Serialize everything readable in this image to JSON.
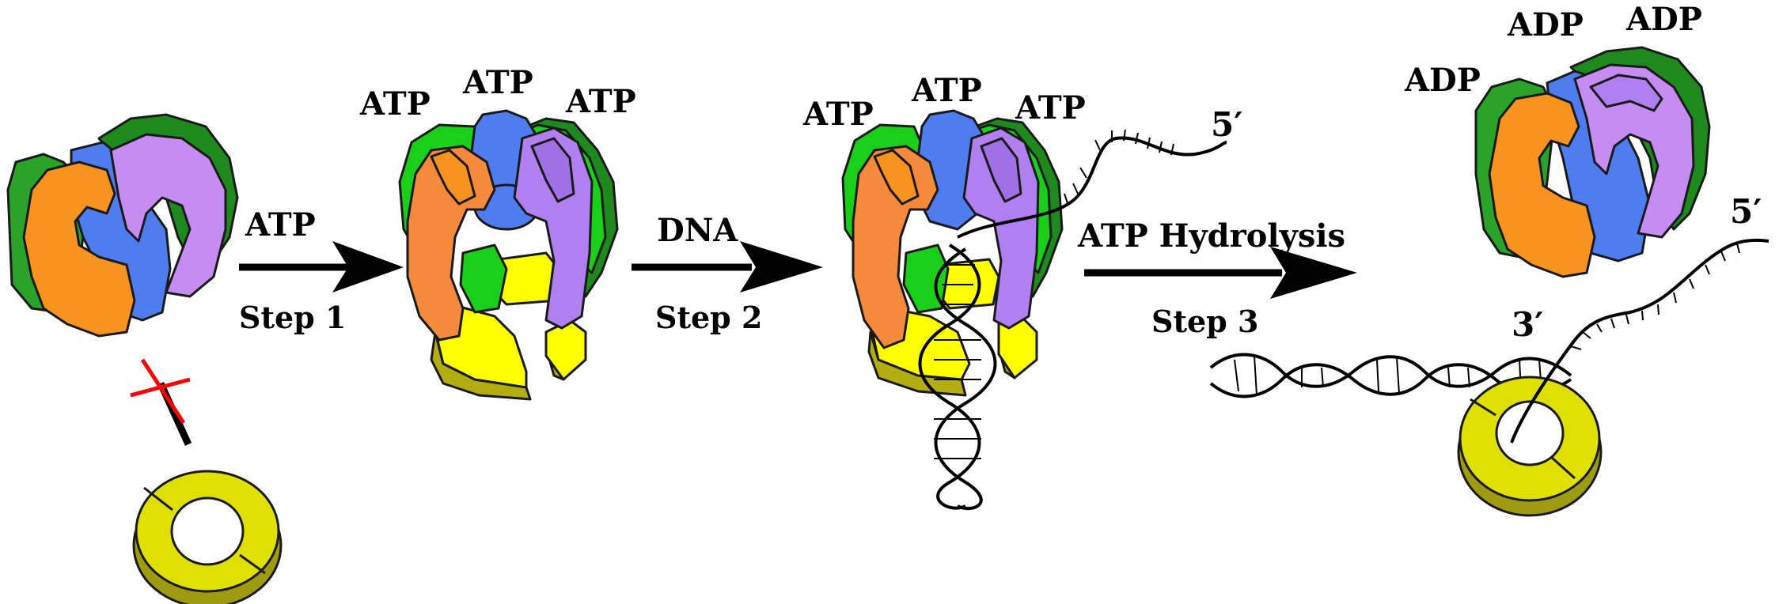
{
  "labels": {
    "s0_atp": "ATP",
    "s0_step": "Step 1",
    "s1_atp_left": "ATP",
    "s1_atp_mid": "ATP",
    "s1_atp_right": "ATP",
    "s1_dna": "DNA",
    "s1_step": "Step 2",
    "s2_atp_left": "ATP",
    "s2_atp_mid": "ATP",
    "s2_atp_right": "ATP",
    "s2_five_prime": "5′",
    "s2_hydrolysis": "ATP Hydrolysis",
    "s2_step": "Step 3",
    "s3_adp_left": "ADP",
    "s3_adp_mid": "ADP",
    "s3_adp_right": "ADP",
    "s3_five_prime": "5′",
    "s3_three_prime": "3′"
  },
  "colors": {
    "orange": "#f7931e",
    "orange_dark": "#f58a3c",
    "blue": "#4f7df0",
    "green": "#19cf19",
    "green_dark": "#1e8a1e",
    "purple": "#b07ff0",
    "lilac": "#c58cf2",
    "yellow": "#ffff00",
    "yellow_dark": "#b3ad12",
    "ring_yellow": "#e0e000",
    "ring_dark": "#9f9b10",
    "blocked": "#ff0000"
  }
}
